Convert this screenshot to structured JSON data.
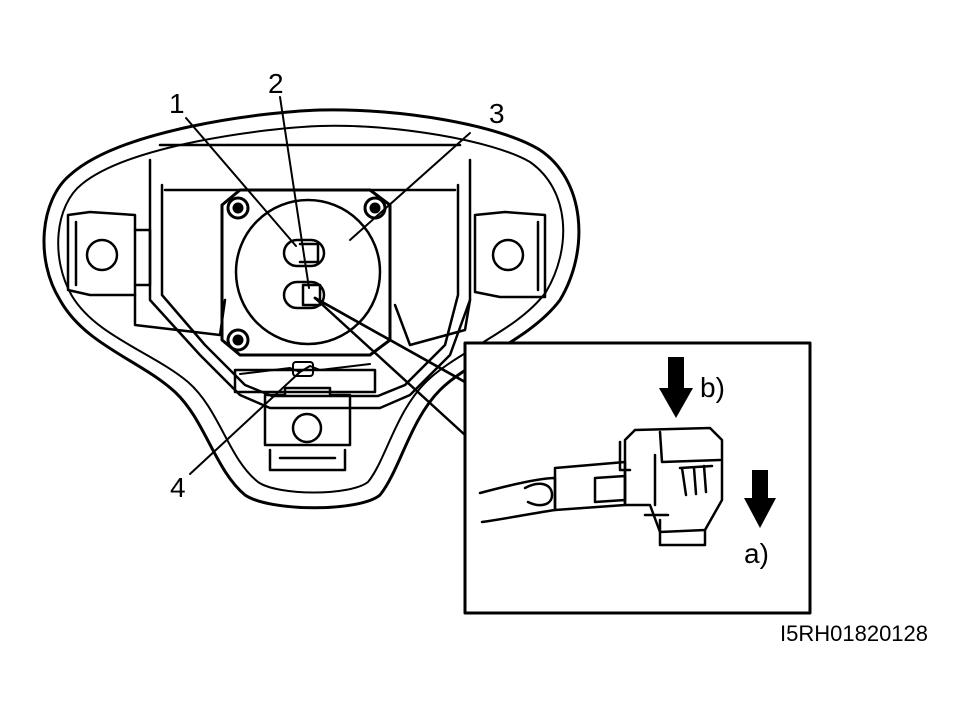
{
  "callouts": {
    "c1": "1",
    "c2": "2",
    "c3": "3",
    "c4": "4"
  },
  "detail": {
    "arrow_a": "a)",
    "arrow_b": "b)"
  },
  "figure_code": "I5RH01820128"
}
